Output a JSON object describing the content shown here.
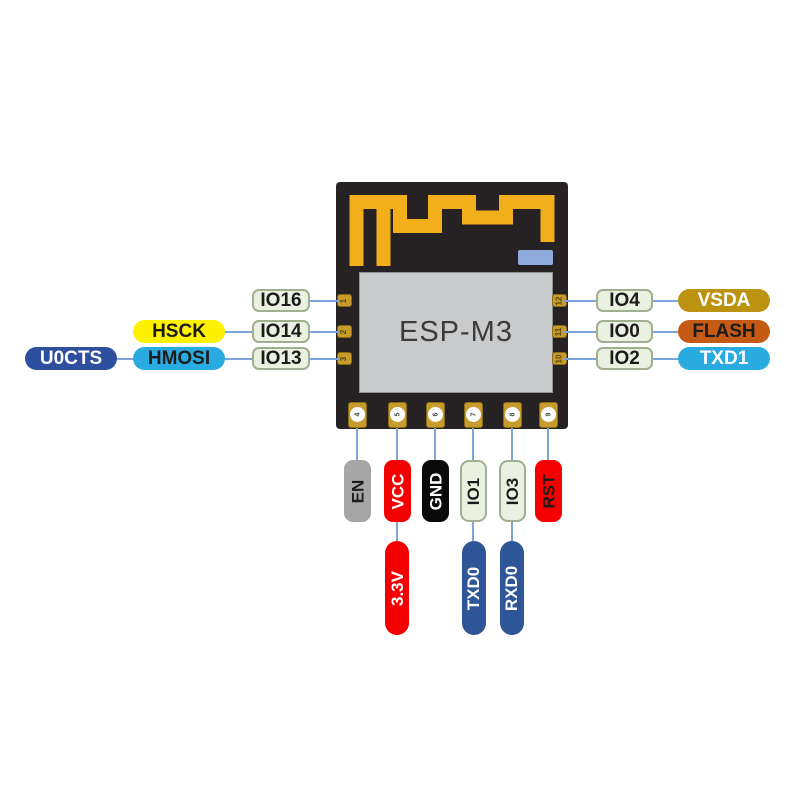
{
  "chip": {
    "label": "ESP-M3"
  },
  "pads": {
    "left": [
      "1",
      "2",
      "3"
    ],
    "right": [
      "12",
      "11",
      "10"
    ],
    "bottom": [
      "4",
      "5",
      "6",
      "7",
      "8",
      "9"
    ]
  },
  "left_labels": {
    "io16": "IO16",
    "io14": "IO14",
    "io13": "IO13",
    "hsck": "HSCK",
    "hmosi": "HMOSI",
    "u0cts": "U0CTS"
  },
  "right_labels": {
    "io4": "IO4",
    "io0": "IO0",
    "io2": "IO2",
    "vsda": "VSDA",
    "flash": "FLASH",
    "txd1": "TXD1"
  },
  "bottom_labels": {
    "en": "EN",
    "vcc": "VCC",
    "gnd": "GND",
    "io1": "IO1",
    "io3": "IO3",
    "rst": "RST"
  },
  "secondary_labels": {
    "v33": "3.3V",
    "txd0": "TXD0",
    "rxd0": "RXD0"
  },
  "colors": {
    "chip-body": "#262223",
    "antenna-gold": "#F3AF1B",
    "pad-gold": "#C79C2D",
    "pad-border": "#8A6C12",
    "label-plate": "#C9CACB",
    "smd-blue": "#8FAADC",
    "wire-blue": "#7CA6DB",
    "pin-green": "#EBF1E0",
    "pin-green-border": "#9FAF90",
    "func-yellow": "#FFF200",
    "func-cyan": "#29ABE2",
    "func-navy": "#2E4E9E",
    "func-blue": "#2E5597",
    "func-red": "#F40000",
    "func-gray": "#A6A6A6",
    "func-black": "#0A0A0A",
    "func-orange": "#C45A15",
    "func-darkgold": "#BC9310",
    "text-dark": "#1C1C1C"
  }
}
